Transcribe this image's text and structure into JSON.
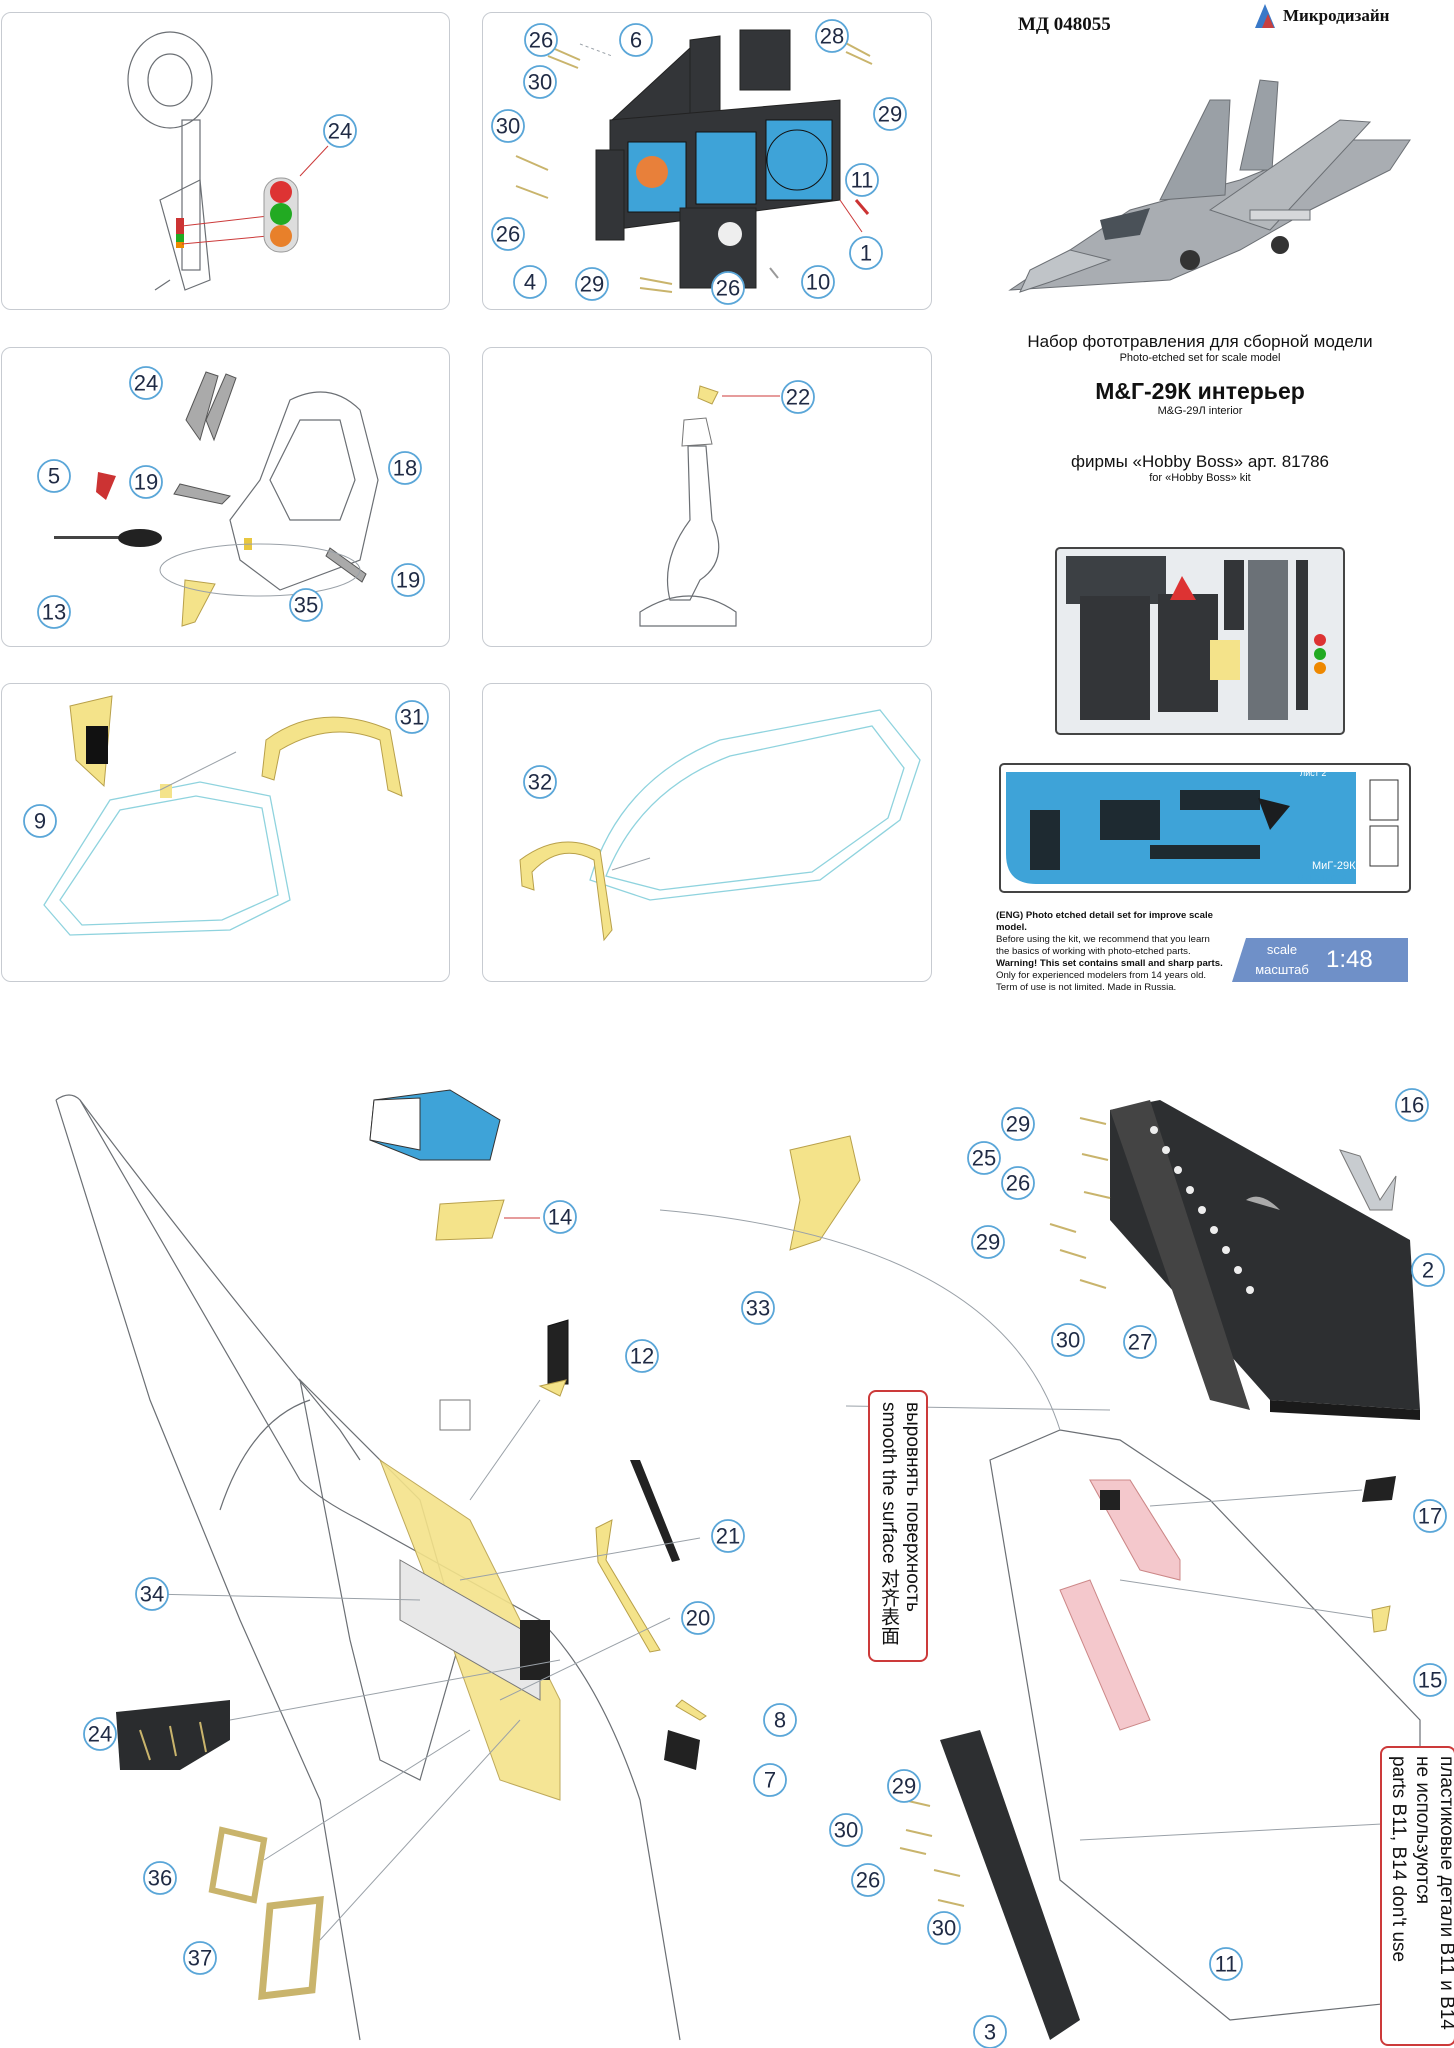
{
  "header": {
    "code": "МД 048055",
    "brand": "Микродизайн"
  },
  "info": {
    "ru_subtitle": "Набор фототравления для сборной модели",
    "en_subtitle": "Photo-etched set for scale model",
    "ru_title": "М&Г-29К интерьер",
    "en_title": "M&G-29Л interior",
    "ru_kit": "фирмы «Hobby Boss» арт. 81786",
    "en_kit": "for «Hobby Boss» kit"
  },
  "fret": {
    "sheet_label": "лист 2",
    "plane_label": "МиГ-29К",
    "code": "МД 048055"
  },
  "notes": {
    "eng_lines": [
      "(ENG) Photo etched detail set for improve scale model.",
      "Before using the kit, we recommend that you learn",
      "the basics of working with photo-etched parts.",
      "Warning! This set contains small and sharp parts.",
      "Only for experienced modelers from 14 years old.",
      "Term of use is not limited. Made in Russia."
    ],
    "smooth_ru": "выровнять поверхность",
    "smooth_en": "smooth the surface 对齐表面",
    "parts_ru_1": "пластиковые детали B11 и B14",
    "parts_ru_2": "не используются",
    "parts_en": "parts B11, B14 don't use"
  },
  "scale": {
    "label_en": "scale",
    "label_ru": "масштаб",
    "value": "1:48"
  },
  "colors": {
    "callout_ring": "#5aa6d8",
    "leader": "#cc3a3a",
    "etch_yellow": "#f4e38a",
    "panel_dark": "#333538",
    "scale_blue": "#6f90c8",
    "canopy_cyan": "#8fd3de"
  },
  "callouts": {
    "p1": [
      "24"
    ],
    "p2": [
      "26",
      "6",
      "30",
      "28",
      "30",
      "29",
      "11",
      "26",
      "1",
      "4",
      "29",
      "26",
      "10"
    ],
    "p3": [
      "24",
      "18",
      "5",
      "19",
      "19",
      "13",
      "35"
    ],
    "p4": [
      "22"
    ],
    "p5": [
      "31",
      "9"
    ],
    "p6": [
      "32"
    ],
    "main": [
      "16",
      "29",
      "25",
      "26",
      "29",
      "2",
      "33",
      "30",
      "27",
      "14",
      "12",
      "17",
      "21",
      "34",
      "20",
      "15",
      "8",
      "24",
      "7",
      "29",
      "30",
      "26",
      "36",
      "30",
      "37",
      "11",
      "3"
    ]
  }
}
